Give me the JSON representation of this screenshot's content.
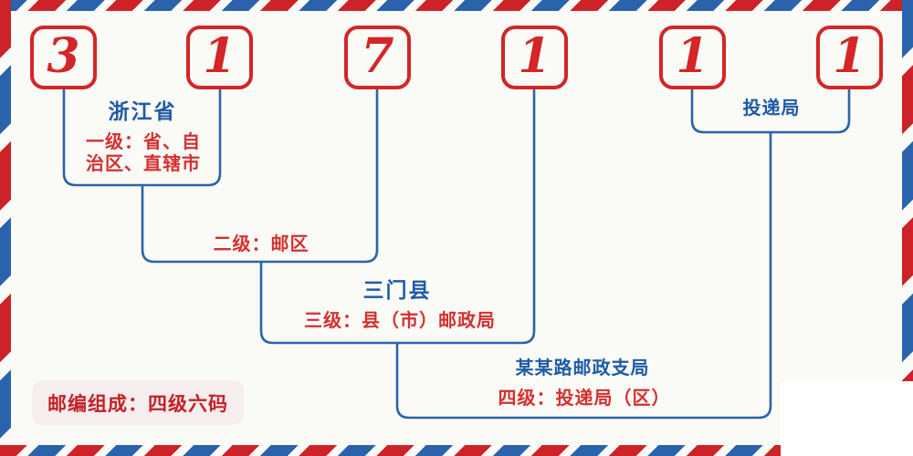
{
  "postal_code": {
    "value": "317111",
    "digits": [
      "3",
      "1",
      "7",
      "1",
      "1",
      "1"
    ]
  },
  "levels": {
    "level1": {
      "place": "浙江省",
      "label": "一级：省、自\n治区、直辖市"
    },
    "level2": {
      "label": "二级：邮区"
    },
    "level3": {
      "place": "三门县",
      "label": "三级：县（市）邮政局"
    },
    "level4": {
      "place": "某某路邮政支局",
      "label": "四级：投递局（区）"
    },
    "delivery": {
      "label": "投递局"
    }
  },
  "footer": {
    "badge": "邮编组成：四级六码"
  },
  "colors": {
    "digit_red": "#d42527",
    "text_red": "#d33030",
    "text_blue": "#1f5ba6",
    "line_blue": "#2b64a8",
    "stripe_red": "#cd2228",
    "stripe_blue": "#2a63ac",
    "badge_bg": "#f6edee",
    "background": "#fafaf6"
  }
}
